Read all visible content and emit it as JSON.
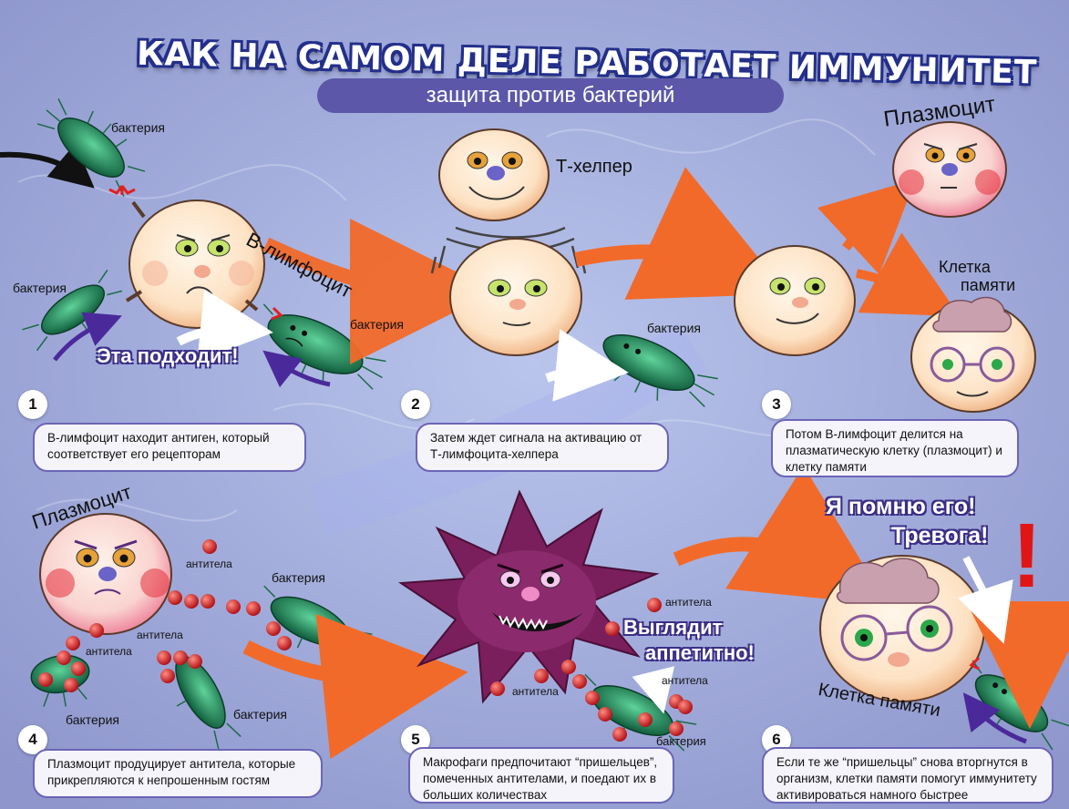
{
  "title": "КАК НА САМОМ ДЕЛЕ РАБОТАЕТ ИММУНИТЕТ",
  "subtitle": "защита против бактерий",
  "labels": {
    "bacteria": "бактерия",
    "b_lymphocyte": "В-лимфоцит",
    "t_helper": "Т-хелпер",
    "plasmocyte": "Плазмоцит",
    "memory_cell_line1": "Клетка",
    "memory_cell_line2": "памяти",
    "memory_cell": "Клетка памяти",
    "antibodies": "антитела"
  },
  "shouts": {
    "fits": "Эта подходит!",
    "tasty_line1": "Выглядит",
    "tasty_line2": "аппетитно!",
    "remember_line1": "Я помню его!",
    "remember_line2": "Тревога!",
    "exclamation": "!"
  },
  "steps": [
    {
      "number": "1",
      "text": "В-лимфоцит находит антиген, который соответствует его рецепторам"
    },
    {
      "number": "2",
      "text": "Затем ждет сигнала на активацию от Т-лимфоцита-хелпера"
    },
    {
      "number": "3",
      "text": "Потом В-лимфоцит делится на плазматическую клетку (плазмоцит) и клетку памяти"
    },
    {
      "number": "4",
      "text": "Плазмоцит продуцирует антитела, которые прикрепляются к непрошенным гостям"
    },
    {
      "number": "5",
      "text": "Макрофаги предпочитают “пришельцев”, помеченных антителами, и поедают их в больших количествах"
    },
    {
      "number": "6",
      "text": "Если те же “пришельцы” снова вторгнутся в организм, клетки памяти помогут иммунитету активироваться намного быстрее"
    }
  ],
  "colors": {
    "background": "#9aa6d8",
    "title_outline": "#232f8a",
    "subtitle_fill": "#5c57a8",
    "caption_border": "#6c64b6",
    "arrow_orange": "#f26a2a",
    "bacteria_green": "#1f8a5a",
    "antibody_red": "#d8242a",
    "macrophage_purple": "#7a1f5c",
    "alert_red": "#e01616"
  }
}
